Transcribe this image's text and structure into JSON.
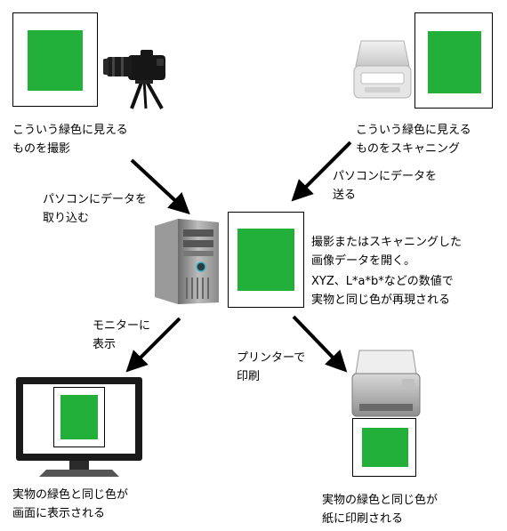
{
  "colors": {
    "accent_green": "#22b03a",
    "black": "#000000"
  },
  "captions": {
    "camera": "こういう緑色に見える\nものを撮影",
    "scanner": "こういう緑色に見える\nものをスキャニング",
    "to_pc_left": "パソコンにデータを\n取り込む",
    "to_pc_right": "パソコンにデータを\n送る",
    "open_image": "撮影またはスキャニングした\n画像データを開く。",
    "reproduce": "XYZ、L*a*b*などの数値で\n実物と同じ色が再現される",
    "to_monitor": "モニターに\n表示",
    "to_printer": "プリンターで\n印刷",
    "monitor_result": "実物の緑色と同じ色が\n画面に表示される",
    "printer_result": "実物の緑色と同じ色が\n紙に印刷される"
  },
  "icons": [
    "camera-icon",
    "scanner-icon",
    "computer-tower-icon",
    "monitor-icon",
    "printer-icon"
  ]
}
